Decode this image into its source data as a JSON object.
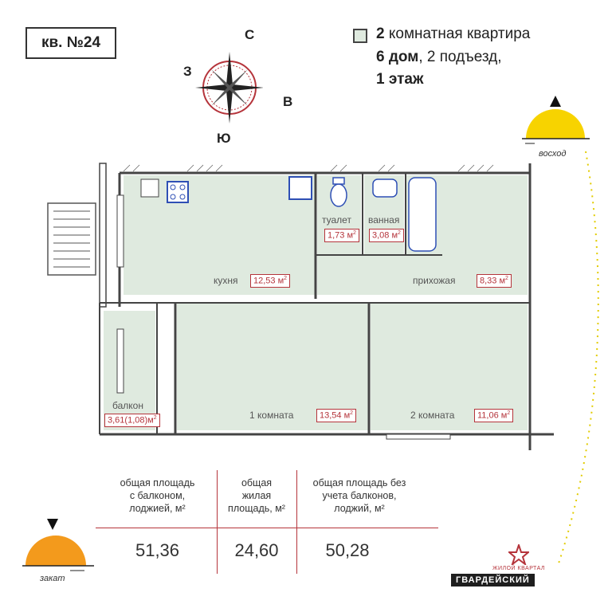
{
  "header": {
    "apt_number": "кв. №24",
    "legend_line1_bold": "2",
    "legend_line1_rest": " комнатная квартира",
    "legend_line2_bold": "6 дом",
    "legend_line2_rest": ", 2 подъезд,",
    "legend_line3": "1 этаж",
    "legend_color": "#dfeadf"
  },
  "compass": {
    "north": "С",
    "west": "З",
    "east": "В",
    "south": "Ю",
    "accent": "#b5343b"
  },
  "sunrise": {
    "caption": "восход",
    "color": "#f7d300"
  },
  "sunset": {
    "caption": "закат",
    "color": "#f39a1c"
  },
  "rooms": [
    {
      "label": "кухня",
      "area": "12,53",
      "unit": "м"
    },
    {
      "label": "туалет",
      "area": "1,73",
      "unit": "м"
    },
    {
      "label": "ванная",
      "area": "3,08",
      "unit": "м"
    },
    {
      "label": "прихожая",
      "area": "8,33",
      "unit": "м"
    },
    {
      "label": "балкон",
      "area": "3,61(1,08)",
      "unit": "м"
    },
    {
      "label": "1 комната",
      "area": "13,54",
      "unit": "м"
    },
    {
      "label": "2 комната",
      "area": "11,06",
      "unit": "м"
    }
  ],
  "stats": [
    {
      "heading_l1": "общая площадь",
      "heading_l2": "с балконом,",
      "heading_l3": "лоджией, м²",
      "value": "51,36"
    },
    {
      "heading_l1": "общая",
      "heading_l2": "жилая",
      "heading_l3": "площадь, м²",
      "value": "24,60"
    },
    {
      "heading_l1": "общая площадь без",
      "heading_l2": "учета балконов,",
      "heading_l3": "лоджий, м²",
      "value": "50,28"
    }
  ],
  "logo": {
    "subtitle": "ЖИЛОЙ КВАРТАЛ",
    "name": "ГВАРДЕЙСКИЙ",
    "accent": "#b5343b"
  }
}
